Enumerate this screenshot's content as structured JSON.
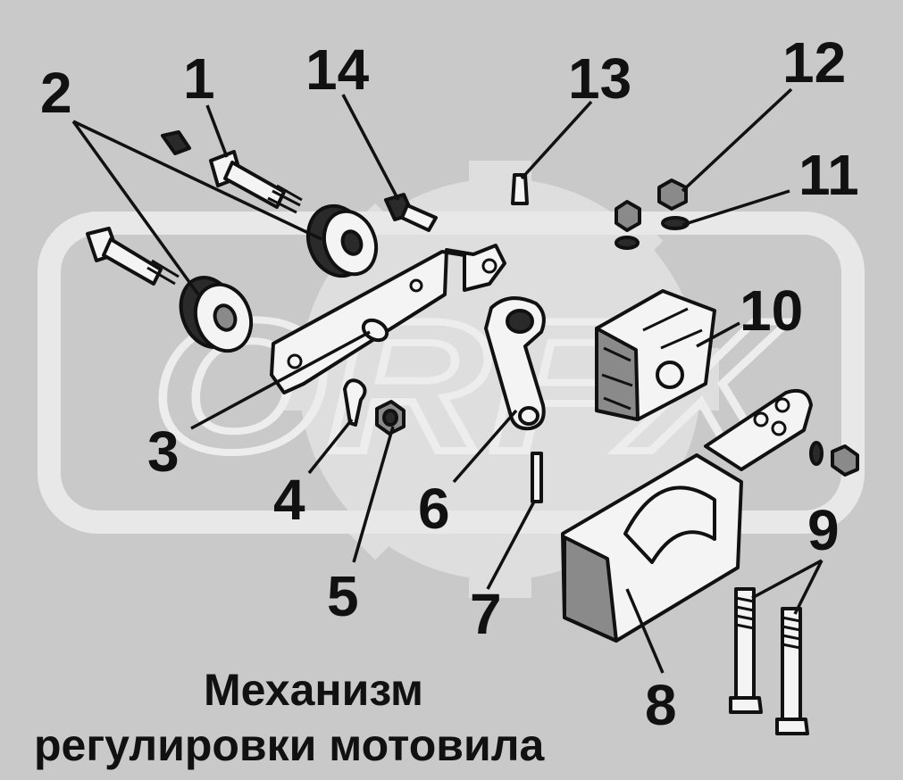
{
  "watermark": {
    "text": "ORFX"
  },
  "callouts": {
    "c1": "1",
    "c2": "2",
    "c3": "3",
    "c4": "4",
    "c5": "5",
    "c6": "6",
    "c7": "7",
    "c8": "8",
    "c9": "9",
    "c10": "10",
    "c11": "11",
    "c12": "12",
    "c13": "13",
    "c14": "14"
  },
  "caption": {
    "line1": "Механизм",
    "line2": "регулировки мотовила"
  },
  "colors": {
    "background": "#c9c9c9",
    "watermark": "#ededed",
    "ink": "#111111"
  }
}
